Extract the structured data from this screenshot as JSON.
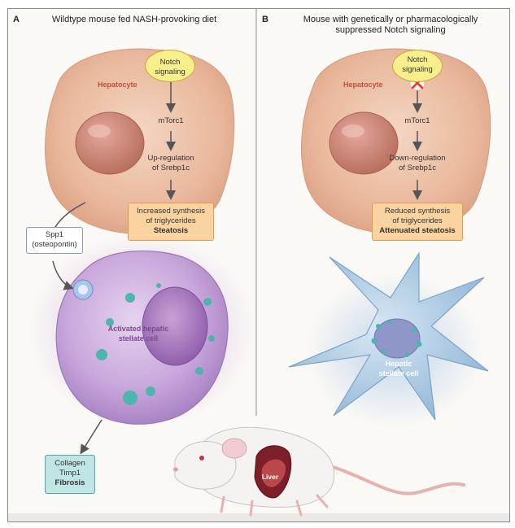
{
  "panel_a": {
    "letter": "A",
    "title": "Wildtype mouse fed NASH-provoking diet",
    "hepatocyte_label": "Hepatocyte",
    "notch_label_1": "Notch",
    "notch_label_2": "signaling",
    "mtorc1": "mTorc1",
    "srebp_line1": "Up-regulation",
    "srebp_line2": "of Srebp1c",
    "synthesis_line1": "Increased synthesis",
    "synthesis_line2": "of triglycerides",
    "synthesis_bold": "Steatosis",
    "spp1_line1": "Spp1",
    "spp1_line2": "(osteopontin)",
    "stellate_line1": "Activated hepatic",
    "stellate_line2": "stellate cell",
    "fibrosis_line1": "Collagen",
    "fibrosis_line2": "Timp1",
    "fibrosis_bold": "Fibrosis"
  },
  "panel_b": {
    "letter": "B",
    "title_line1": "Mouse with genetically or pharmacologically",
    "title_line2": "suppressed Notch signaling",
    "hepatocyte_label": "Hepatocyte",
    "notch_label_1": "Notch",
    "notch_label_2": "signaling",
    "mtorc1": "mTorc1",
    "srebp_line1": "Down-regulation",
    "srebp_line2": "of Srebp1c",
    "synthesis_line1": "Reduced synthesis",
    "synthesis_line2": "of triglycerides",
    "synthesis_bold": "Attenuated steatosis",
    "stellate_line1": "Hepatic",
    "stellate_line2": "stellate cell"
  },
  "mouse": {
    "liver_label": "Liver"
  },
  "colors": {
    "hepatocyte": "#e9b79a",
    "notch_oval": "#f9ee8c",
    "orange_box": "#fbd3a0",
    "teal_box": "#bfe6e4",
    "activated_cell": "#c9a3d8",
    "quiescent_cell": "#a9cbe4",
    "inhibit_x": "#e03a2c"
  }
}
